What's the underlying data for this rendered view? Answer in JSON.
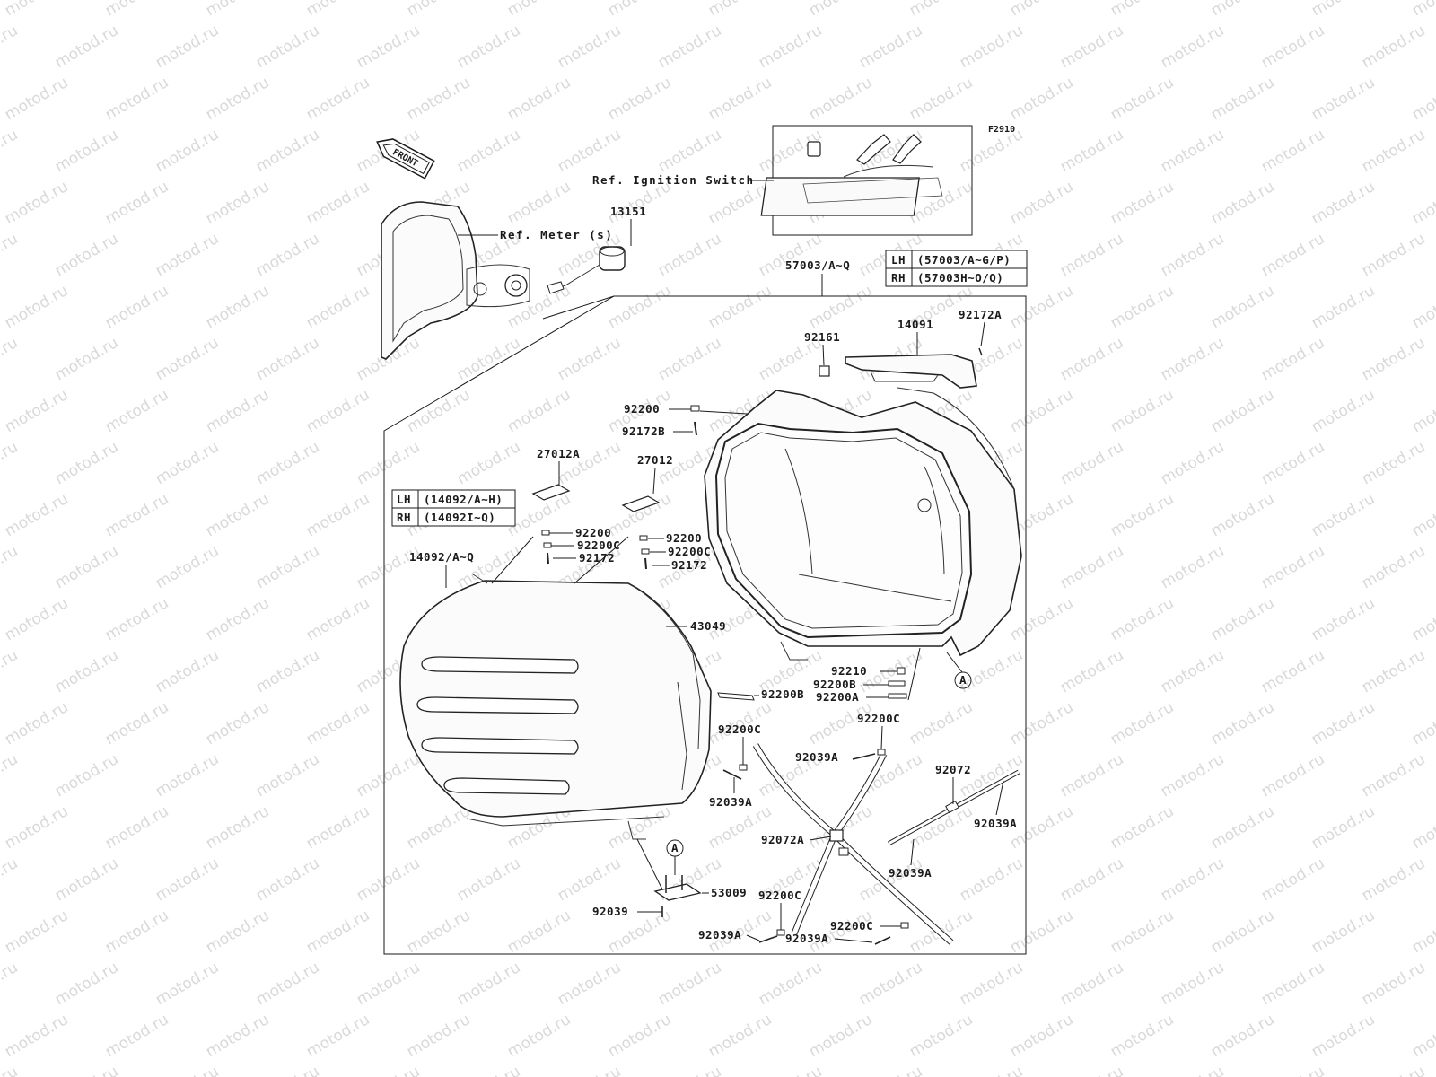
{
  "figure_code": "F2910",
  "orientation_label": "FRONT",
  "refs": {
    "ignition_switch": "Ref. Ignition Switch",
    "meter": "Ref. Meter (s)"
  },
  "watermark": "motod.ru",
  "parts": {
    "p13151": "13151",
    "p57003": "57003/A~Q",
    "p14091": "14091",
    "p92172A": "92172A",
    "p92161": "92161",
    "p92200_top": "92200",
    "p92172B": "92172B",
    "p27012A": "27012A",
    "p27012": "27012",
    "p92200_l": "92200",
    "p92200C_l": "92200C",
    "p92172_l": "92172",
    "p92200_r": "92200",
    "p92200C_r": "92200C",
    "p92172_r": "92172",
    "p14092": "14092/A~Q",
    "p43049": "43049",
    "p92210": "92210",
    "p92200B_r": "92200B",
    "p92200A": "92200A",
    "p92200B": "92200B",
    "p92200C_mid": "92200C",
    "p92200C_right": "92200C",
    "p92039A_1": "92039A",
    "p92039A_2": "92039A",
    "p92072": "92072",
    "p92039A_3": "92039A",
    "p92039A_4": "92039A",
    "p92072A": "92072A",
    "p53009": "53009",
    "p92039": "92039",
    "p92200C_bot1": "92200C",
    "p92039A_5": "92039A",
    "p92200C_bot2": "92200C",
    "p92039A_6": "92039A",
    "ref_A_1": "A",
    "ref_A_2": "A"
  },
  "tables": {
    "cover": {
      "rows": [
        {
          "side": "LH",
          "code": "(14092/A~H)"
        },
        {
          "side": "RH",
          "code": "(14092I~Q)"
        }
      ]
    },
    "case": {
      "rows": [
        {
          "side": "LH",
          "code": "(57003/A~G/P)"
        },
        {
          "side": "RH",
          "code": "(57003H~O/Q)"
        }
      ]
    }
  }
}
